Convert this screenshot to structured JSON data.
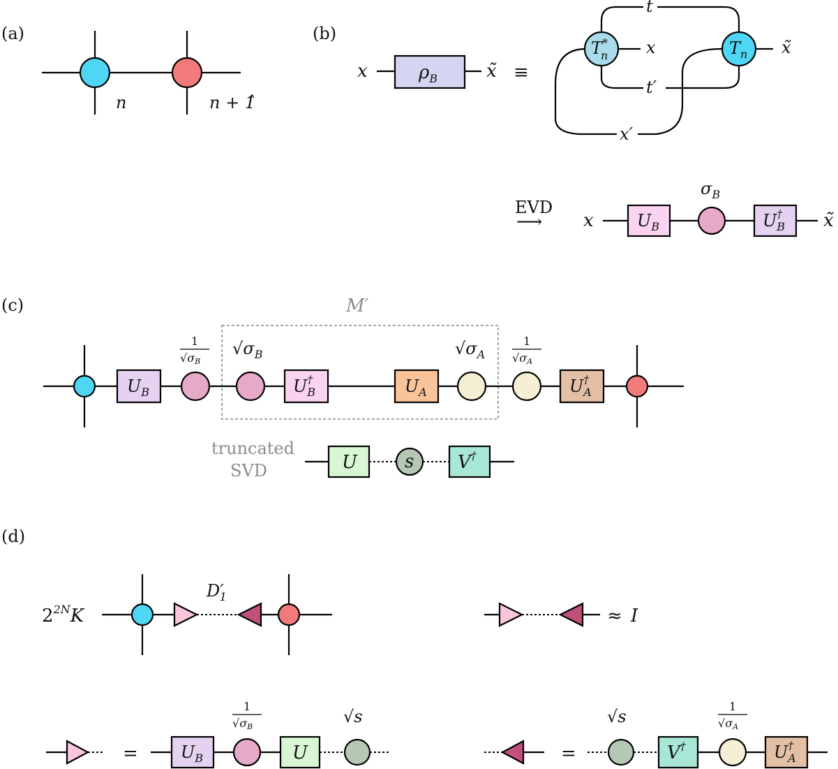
{
  "panels": {
    "a": "(a)",
    "b": "(b)",
    "c": "(c)",
    "d": "(d)"
  },
  "colors": {
    "cyan": "#4fd6f5",
    "salmon": "#f27a7a",
    "lightblue": "#a8dcea",
    "lavender": "#d5d5f2",
    "pink": "#e6a9c8",
    "pinkbox": "#f9d3ef",
    "lilac": "#e4d2f0",
    "orange": "#f9c49a",
    "cream": "#f5efd6",
    "tan": "#e3bfa6",
    "green": "#d8f5d4",
    "sage": "#b5c8b3",
    "teal": "#a8e6d6",
    "tri_light": "#f9c6dc",
    "tri_dark": "#c2507c"
  },
  "a": {
    "n": "n",
    "n_plus_1": "n + 1̂"
  },
  "b": {
    "x": "x",
    "rho_B": "ρ",
    "rho_sub": "B",
    "x_tilde": "x̃",
    "equiv": "≡",
    "T_star": "T",
    "T_star_sup": "*",
    "T_sub": "n",
    "T": "T",
    "t": "t",
    "t_prime": "t′",
    "x_prime": "x′",
    "evd": "EVD",
    "arrow": "⟶",
    "U_B": "U",
    "U_sub": "B",
    "sigma_B": "σ",
    "dagger": "†"
  },
  "c": {
    "M_prime": "M′",
    "one": "1",
    "sqrt": "√",
    "sigma": "σ",
    "sub_B": "B",
    "sub_A": "A",
    "U": "U",
    "dagger": "†",
    "truncated": "truncated",
    "svd": "SVD",
    "U_svd": "U",
    "s": "s",
    "V_dag": "V"
  },
  "d": {
    "prefactor_base": "2",
    "prefactor_exp": "2N",
    "prefactor_K": "K",
    "D1": "D",
    "D1_sub": "1",
    "D1_prime": "′",
    "approx": "≈",
    "I": "I",
    "equals": "=",
    "sqrt_s": "s"
  }
}
